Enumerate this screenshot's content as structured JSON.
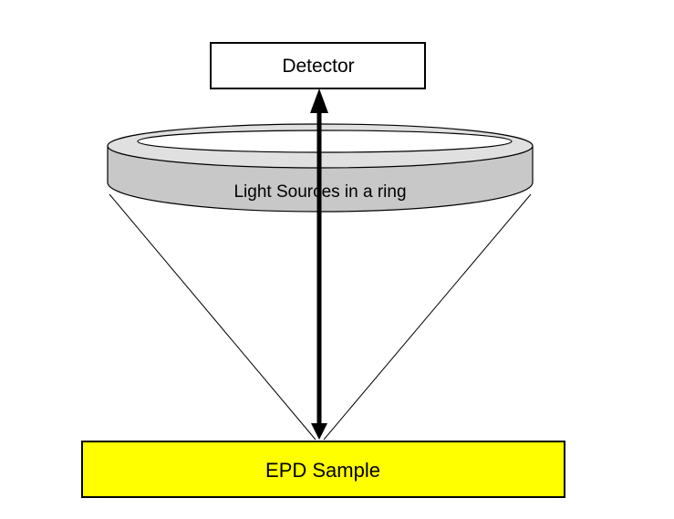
{
  "diagram": {
    "detector": {
      "label": "Detector"
    },
    "ring": {
      "label": "Light Sources in a ring"
    },
    "sample": {
      "label": "EPD Sample"
    }
  },
  "colors": {
    "sample_fill": "#ffff00",
    "ring_fill": "#c8c8c8",
    "ring_top": "#e0e0e0",
    "stroke": "#000000",
    "background": "#ffffff"
  }
}
